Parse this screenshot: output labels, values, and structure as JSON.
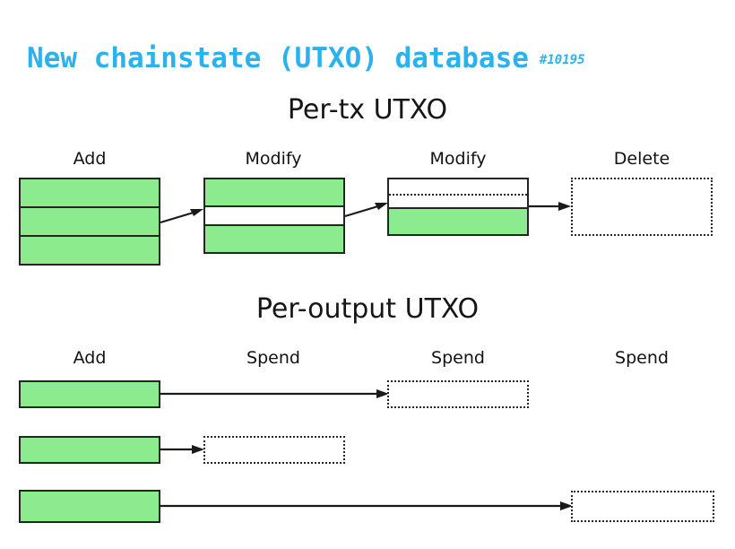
{
  "slide": {
    "title_main": "New chainstate (UTXO) database",
    "title_ref": "#10195",
    "title_color": "#2BB2EC"
  },
  "palette": {
    "green": "#8CEB8E",
    "border": "#242424",
    "white": "#FFFFFF",
    "accent": "#2BB2EC"
  },
  "sections": [
    {
      "id": "per-tx",
      "heading": "Per-tx UTXO",
      "column_labels": [
        "Add",
        "Modify",
        "Modify",
        "Delete"
      ],
      "boxes": [
        {
          "name": "add-box",
          "style": "solid",
          "rows": [
            "green",
            "green",
            "green"
          ]
        },
        {
          "name": "modify-box-1",
          "style": "solid",
          "rows": [
            "green",
            "white",
            "green"
          ]
        },
        {
          "name": "modify-box-2",
          "style": "solid",
          "rows": [
            "white-split",
            "green"
          ]
        },
        {
          "name": "delete-box",
          "style": "dotted",
          "rows": []
        }
      ],
      "arrows": 3
    },
    {
      "id": "per-output",
      "heading": "Per-output UTXO",
      "column_labels": [
        "Add",
        "Spend",
        "Spend",
        "Spend"
      ],
      "rows": [
        {
          "name": "utxo-row-1",
          "source": "green",
          "target_column": 3
        },
        {
          "name": "utxo-row-2",
          "source": "green",
          "target_column": 2
        },
        {
          "name": "utxo-row-3",
          "source": "green",
          "target_column": 4
        }
      ]
    }
  ]
}
